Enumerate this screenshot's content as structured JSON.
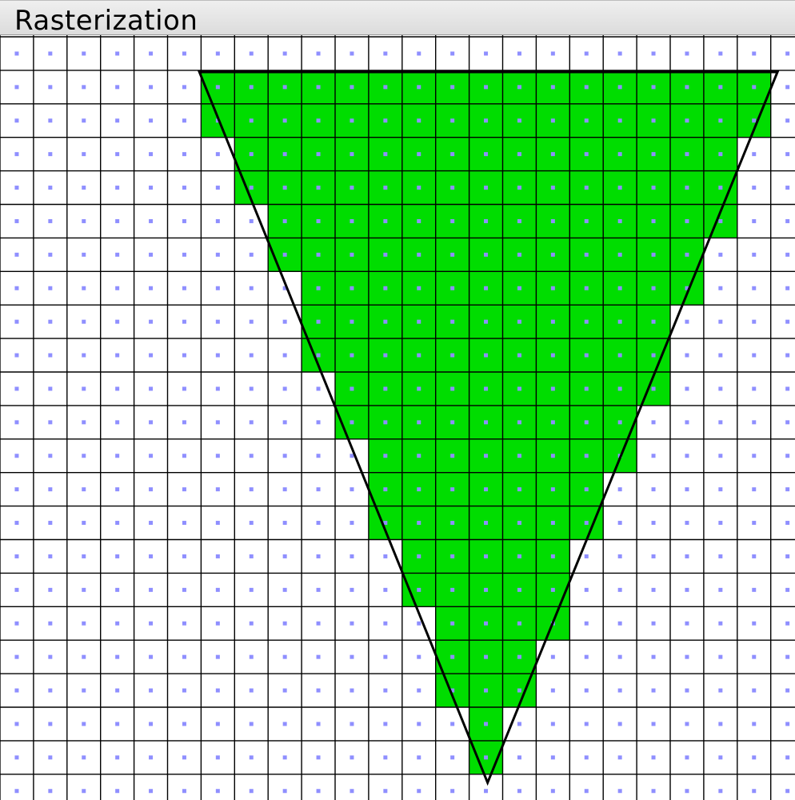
{
  "window": {
    "title": "Rasterization"
  },
  "grid": {
    "columns": 24,
    "rows": 23,
    "line_color": "#000000",
    "sample_color": "#8f8fff",
    "background": "#ffffff"
  },
  "fill_color": "#00dd00",
  "triangle": {
    "stroke": "#000000",
    "vertices": [
      [
        5.95,
        1.05
      ],
      [
        23.2,
        1.05
      ],
      [
        14.55,
        22.25
      ]
    ]
  },
  "covered_spans": [
    [
      1,
      6,
      22
    ],
    [
      2,
      6,
      22
    ],
    [
      3,
      7,
      21
    ],
    [
      4,
      7,
      21
    ],
    [
      5,
      8,
      21
    ],
    [
      6,
      8,
      20
    ],
    [
      7,
      9,
      20
    ],
    [
      8,
      9,
      19
    ],
    [
      9,
      9,
      19
    ],
    [
      10,
      10,
      19
    ],
    [
      11,
      10,
      18
    ],
    [
      12,
      11,
      18
    ],
    [
      13,
      11,
      17
    ],
    [
      14,
      11,
      17
    ],
    [
      15,
      12,
      16
    ],
    [
      16,
      12,
      16
    ],
    [
      17,
      13,
      16
    ],
    [
      18,
      13,
      15
    ],
    [
      19,
      13,
      15
    ],
    [
      20,
      14,
      14
    ],
    [
      21,
      14,
      14
    ]
  ]
}
